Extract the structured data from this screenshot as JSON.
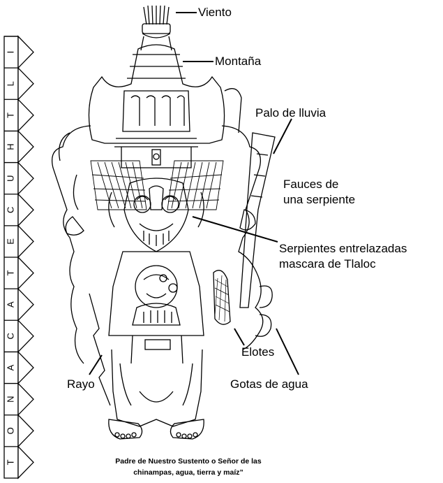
{
  "side_glyph": "TONACATECUHTLI",
  "labels": {
    "viento": "Viento",
    "montana": "Montaña",
    "palo": "Palo de lluvia",
    "fauces_1": "Fauces de",
    "fauces_2": "una serpiente",
    "serpientes_1": "Serpientes entrelazadas",
    "serpientes_2": "mascara de Tlaloc",
    "elotes": "Elotes",
    "rayo": "Rayo",
    "gotas": "Gotas de agua"
  },
  "caption": {
    "line1": "Padre  de Nuestro Sustento o Señor de las",
    "line2": "chinampas, agua, tierra y maíz”"
  }
}
